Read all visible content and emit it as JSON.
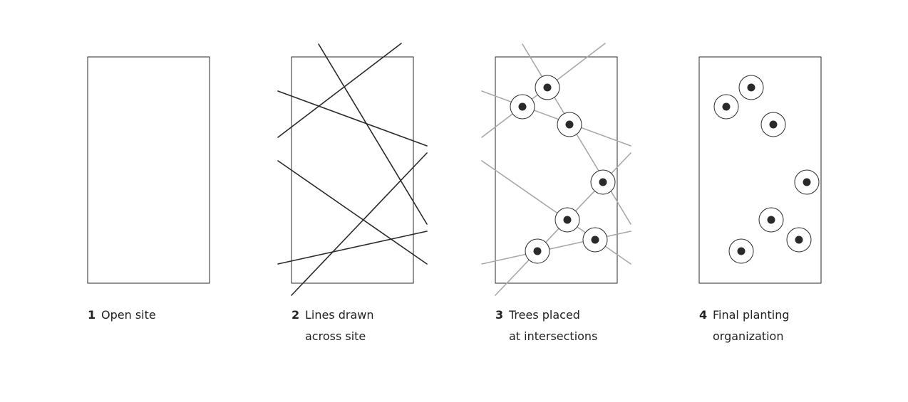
{
  "colors": {
    "background": "#ffffff",
    "frame": "#2a2a2a",
    "line_dark": "#2a2a2a",
    "line_light": "#a8a8a8",
    "tree": "#2a2a2a"
  },
  "steps": [
    {
      "number": "1",
      "line1": "Open site",
      "line2": ""
    },
    {
      "number": "2",
      "line1": "Lines drawn",
      "line2": "across site"
    },
    {
      "number": "3",
      "line1": "Trees placed",
      "line2": "at intersections"
    },
    {
      "number": "4",
      "line1": "Final planting",
      "line2": "organization"
    }
  ]
}
